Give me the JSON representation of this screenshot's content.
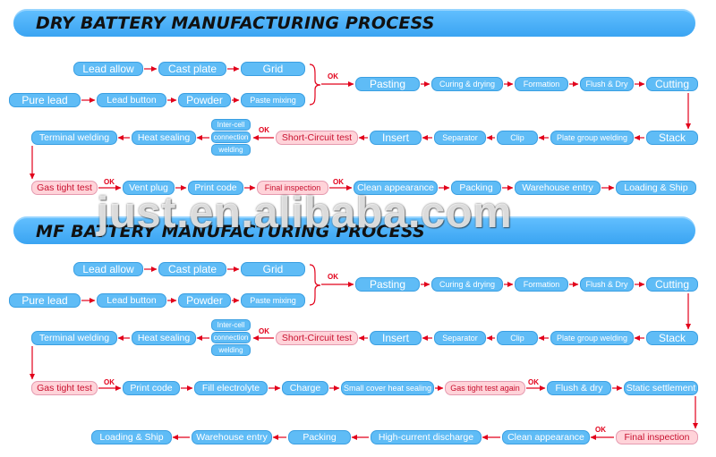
{
  "sections": [
    {
      "title": "DRY BATTERY MANUFACTURING PROCESS",
      "row1": [
        "Lead allow",
        "Cast plate",
        "Grid"
      ],
      "row2": [
        "Pure lead",
        "Lead button",
        "Powder",
        "Paste mixing"
      ],
      "after_merge": [
        "Pasting",
        "Curing & drying",
        "Formation",
        "Flush & Dry",
        "Cutting"
      ],
      "return_row": [
        "Stack",
        "Plate group welding",
        "Clip",
        "Separator",
        "Insert",
        "Short-Circuit test"
      ],
      "connection": [
        "Inter-cell",
        "connection",
        "welding"
      ],
      "return_end": [
        "Heat sealing",
        "Terminal welding"
      ],
      "final_row": [
        "Gas tight test",
        "Vent plug",
        "Print code",
        "Final inspection",
        "Clean appearance",
        "Packing",
        "Warehouse entry",
        "Loading & Ship"
      ]
    },
    {
      "title": "MF BATTERY MANUFACTURING PROCESS",
      "row1": [
        "Lead allow",
        "Cast plate",
        "Grid"
      ],
      "row2": [
        "Pure lead",
        "Lead button",
        "Powder",
        "Paste mixing"
      ],
      "after_merge": [
        "Pasting",
        "Curing & drying",
        "Formation",
        "Flush & Dry",
        "Cutting"
      ],
      "return_row": [
        "Stack",
        "Plate group welding",
        "Clip",
        "Separator",
        "Insert",
        "Short-Circuit test"
      ],
      "connection": [
        "Inter-cell",
        "connection",
        "welding"
      ],
      "return_end": [
        "Heat sealing",
        "Terminal welding"
      ],
      "row4": [
        "Gas tight test",
        "Print code",
        "Fill electrolyte",
        "Charge",
        "Small cover heat sealing",
        "Gas tight test again",
        "Flush & dry",
        "Static settlement"
      ],
      "row5": [
        "Final inspection",
        "Clean appearance",
        "High-current discharge",
        "Packing",
        "Warehouse entry",
        "Loading & Ship"
      ]
    }
  ],
  "ok_label": "OK",
  "watermark": "just.en.alibaba.com",
  "colors": {
    "banner": "#4ab0f7",
    "node": "#5fbcf6",
    "highlight": "#ffd3d9",
    "highlight_text": "#c81230",
    "arrow": "#e2001a"
  }
}
